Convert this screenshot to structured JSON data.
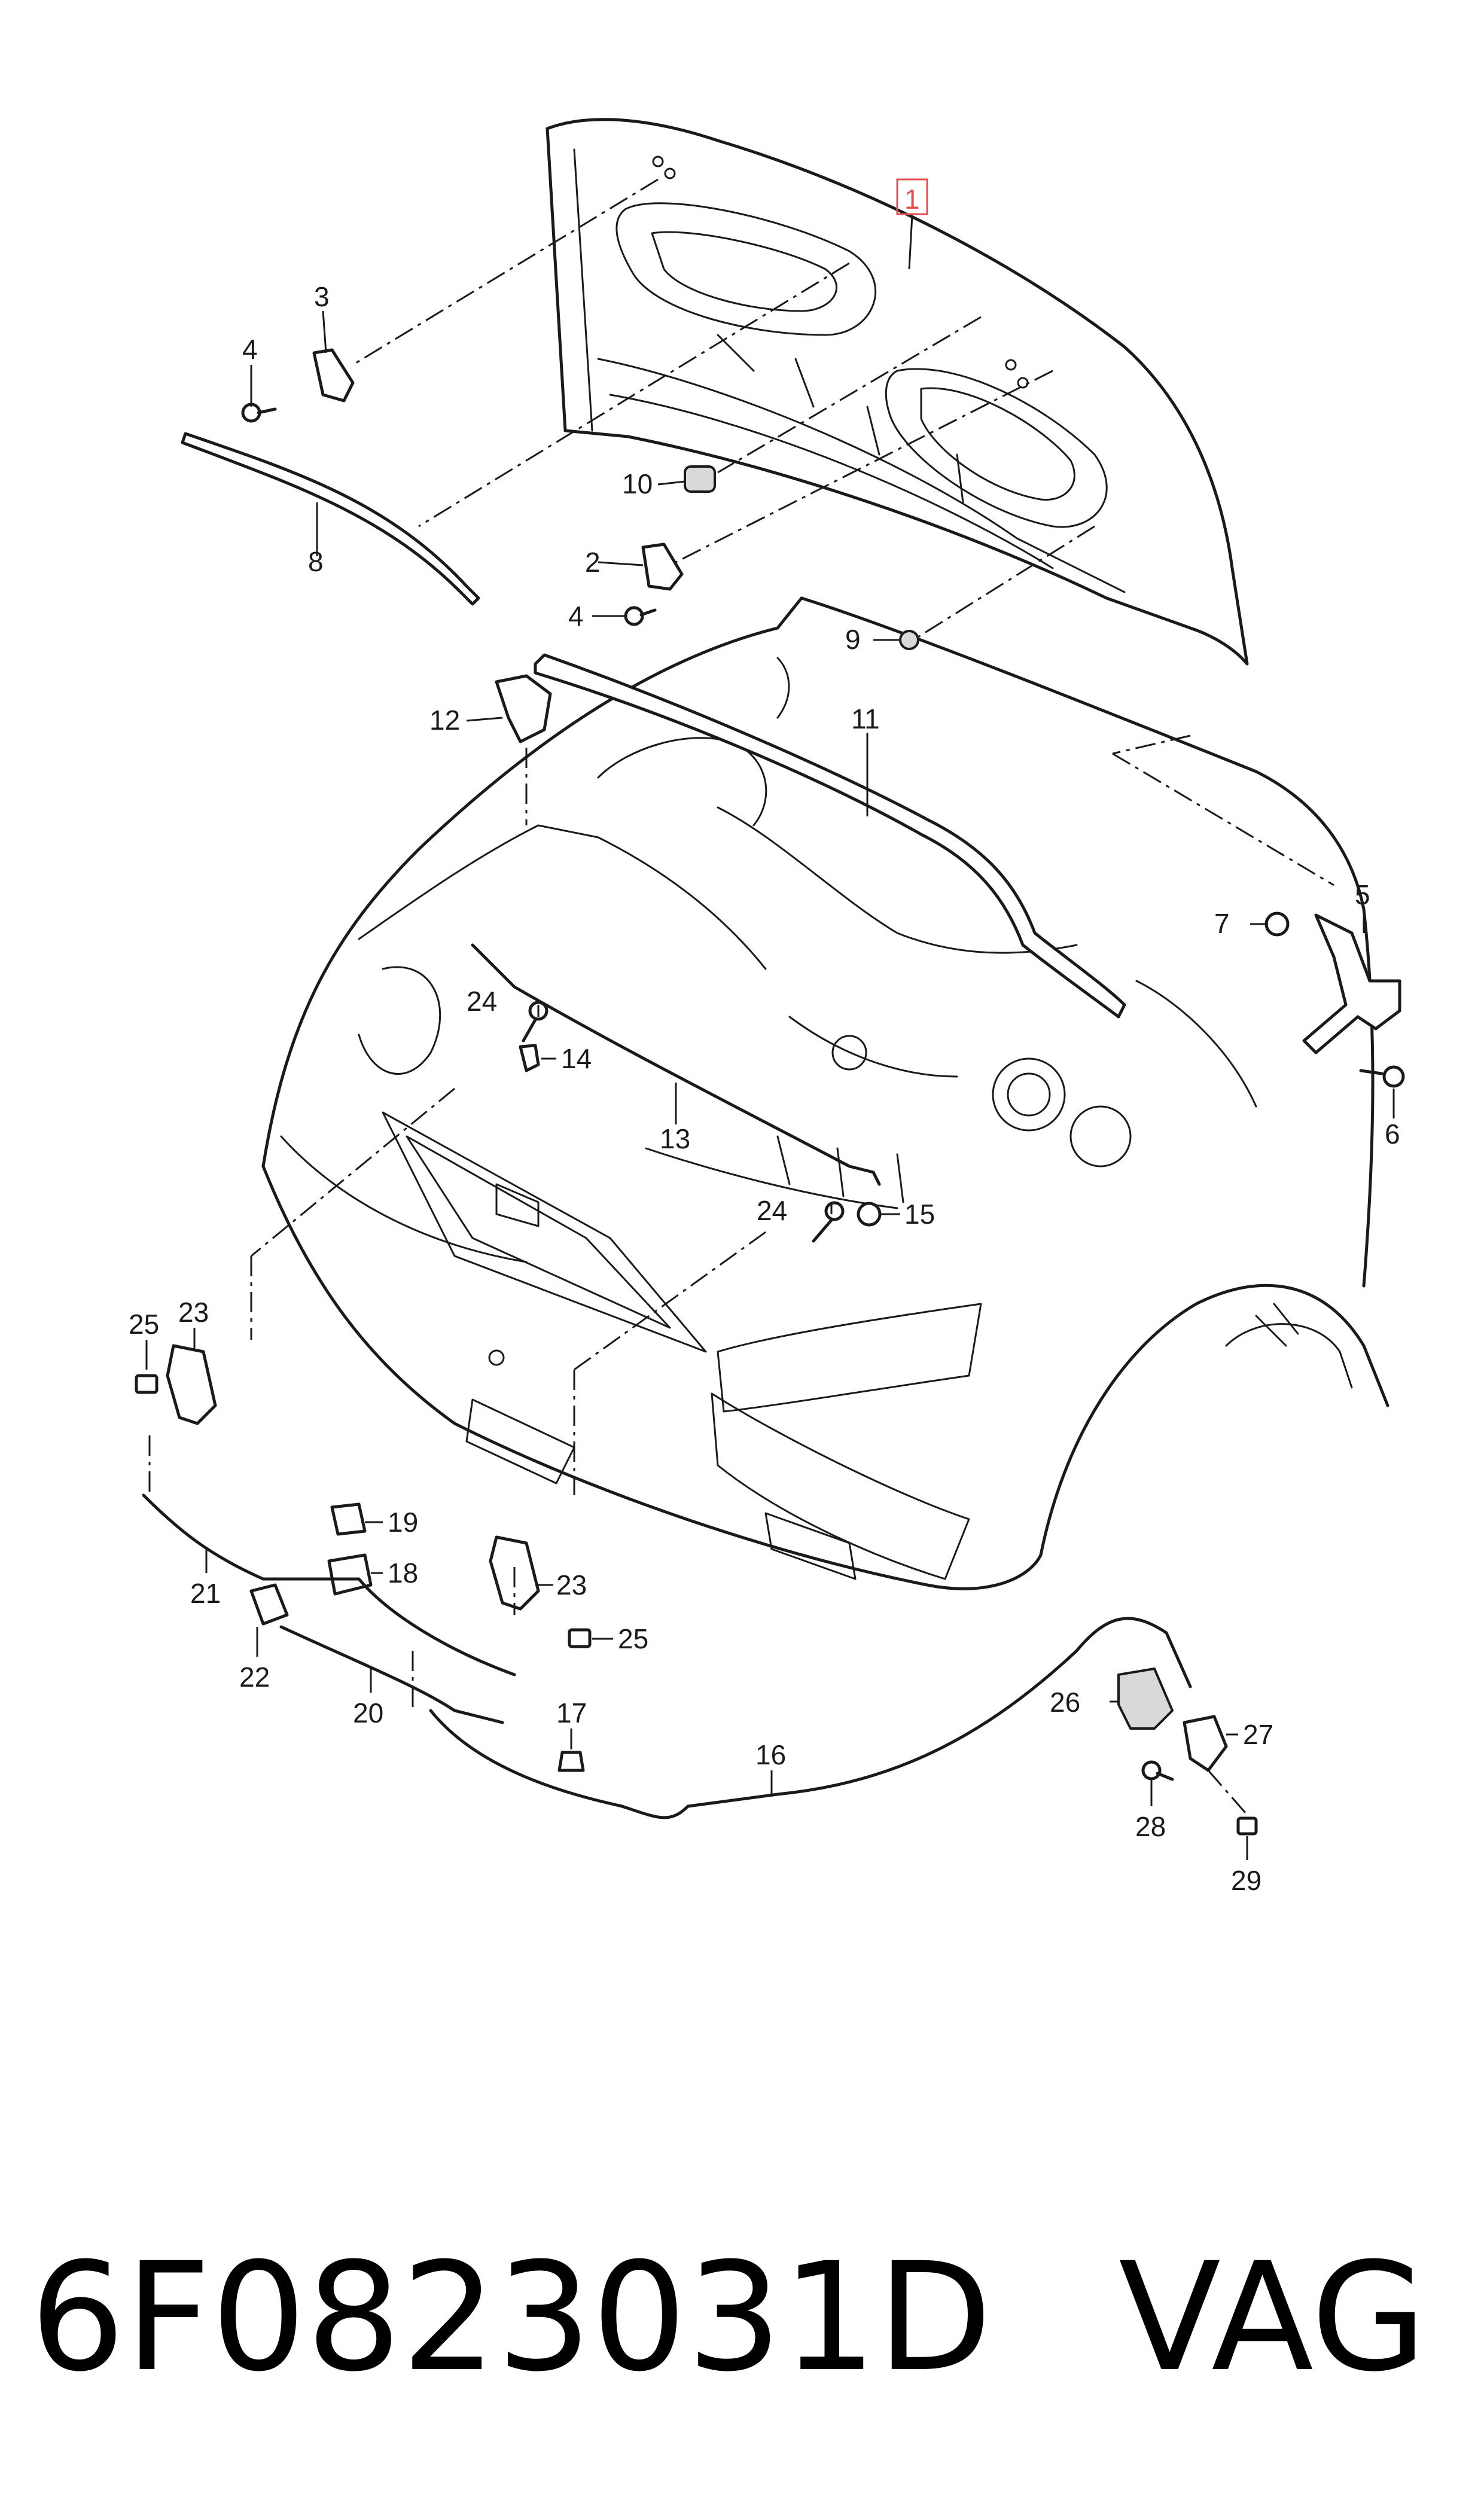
{
  "diagram": {
    "highlight_color": "#e05050",
    "callouts": [
      {
        "id": "callout-1",
        "text": "1",
        "highlighted": true
      },
      {
        "id": "callout-2",
        "text": "2"
      },
      {
        "id": "callout-3",
        "text": "3"
      },
      {
        "id": "callout-4a",
        "text": "4"
      },
      {
        "id": "callout-4b",
        "text": "4"
      },
      {
        "id": "callout-5",
        "text": "5"
      },
      {
        "id": "callout-6",
        "text": "6"
      },
      {
        "id": "callout-7",
        "text": "7"
      },
      {
        "id": "callout-8",
        "text": "8"
      },
      {
        "id": "callout-9",
        "text": "9"
      },
      {
        "id": "callout-10",
        "text": "10"
      },
      {
        "id": "callout-11",
        "text": "11"
      },
      {
        "id": "callout-12",
        "text": "12"
      },
      {
        "id": "callout-13",
        "text": "13"
      },
      {
        "id": "callout-14",
        "text": "14"
      },
      {
        "id": "callout-15",
        "text": "15"
      },
      {
        "id": "callout-16",
        "text": "16"
      },
      {
        "id": "callout-17",
        "text": "17"
      },
      {
        "id": "callout-18",
        "text": "18"
      },
      {
        "id": "callout-19",
        "text": "19"
      },
      {
        "id": "callout-20",
        "text": "20"
      },
      {
        "id": "callout-21",
        "text": "21"
      },
      {
        "id": "callout-22",
        "text": "22"
      },
      {
        "id": "callout-23a",
        "text": "23"
      },
      {
        "id": "callout-23b",
        "text": "23"
      },
      {
        "id": "callout-24a",
        "text": "24"
      },
      {
        "id": "callout-24b",
        "text": "24"
      },
      {
        "id": "callout-25a",
        "text": "25"
      },
      {
        "id": "callout-25b",
        "text": "25"
      },
      {
        "id": "callout-26",
        "text": "26"
      },
      {
        "id": "callout-27",
        "text": "27"
      },
      {
        "id": "callout-28",
        "text": "28"
      },
      {
        "id": "callout-29",
        "text": "29"
      }
    ]
  },
  "footer": {
    "part_number": "6F0823031D",
    "brand": "VAG"
  }
}
